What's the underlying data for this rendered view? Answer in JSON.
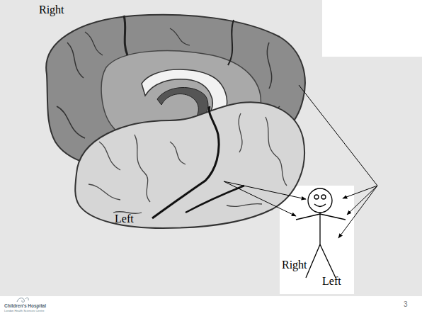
{
  "diagram": {
    "nodes": [
      {
        "text": [
          "Right",
          "Left"
        ]
      }
    ],
    "labels": [
      "Right",
      "Left",
      "Children's Hospital",
      "London Health Sciences Centre",
      "3"
    ]
  }
}
